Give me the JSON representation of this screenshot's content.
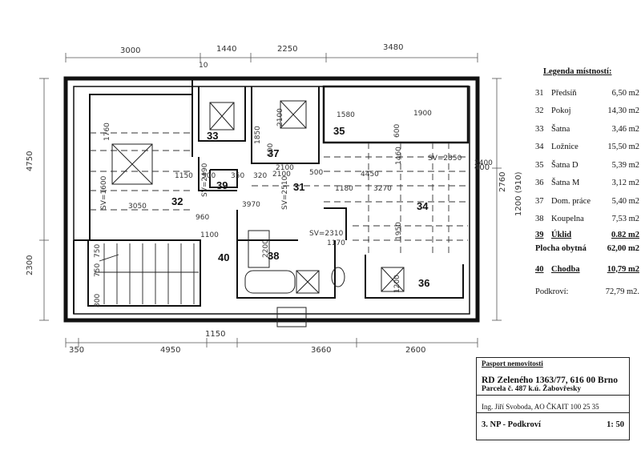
{
  "legend": {
    "title": "Legenda místností:",
    "rooms": [
      {
        "num": "31",
        "name": "Předsíň",
        "area": "6,50 m2"
      },
      {
        "num": "32",
        "name": "Pokoj",
        "area": "14,30 m2"
      },
      {
        "num": "33",
        "name": "Šatna",
        "area": "3,46 m2"
      },
      {
        "num": "34",
        "name": "Ložnice",
        "area": "15,50 m2"
      },
      {
        "num": "35",
        "name": "Šatna D",
        "area": "5,39 m2"
      },
      {
        "num": "36",
        "name": "Šatna M",
        "area": "3,12 m2"
      },
      {
        "num": "37",
        "name": "Dom. práce",
        "area": "5,40 m2"
      },
      {
        "num": "38",
        "name": "Koupelna",
        "area": "7,53 m2"
      },
      {
        "num": "39",
        "name": "Úklid",
        "area": "0.82 m2"
      }
    ],
    "plocha_label": "Plocha obytná",
    "plocha_value": "62,00 m2",
    "chodba": {
      "num": "40",
      "name": "Chodba",
      "area": "10,79 m2"
    },
    "podkrovi_label": "Podkroví:",
    "podkrovi_value": "72,79 m2."
  },
  "stamp": {
    "header": "Pasport nemovitosti",
    "address": "RD Zeleného 1363/77,  616 00 Brno",
    "parcel": "Parcela č. 487 k.ú. Žabovřesky",
    "engineer": "Ing. Jiří Svoboda, AO ČKAIT 100 25 35",
    "floor": "3. NP - Podkroví",
    "scale": "1: 50"
  },
  "plan": {
    "top_dims": [
      "3000",
      "1440",
      "2250",
      "3480"
    ],
    "bottom_dims": [
      "350",
      "4950",
      "1150",
      "3660",
      "2600"
    ],
    "left_dims": [
      "4750",
      "2300"
    ],
    "right_dims": [
      "2760",
      "1200 (910)",
      "400"
    ],
    "room_numbers": [
      "31",
      "32",
      "33",
      "34",
      "35",
      "36",
      "37",
      "38",
      "39",
      "40"
    ],
    "inner_dims": [
      "1760",
      "1150",
      "500",
      "350",
      "320",
      "2100",
      "500",
      "3050",
      "3970",
      "960",
      "2100",
      "1580",
      "1900",
      "600",
      "1460",
      "4450",
      "SV=2350",
      "1180",
      "3270",
      "1950",
      "SV=2310",
      "1170",
      "2200",
      "1200",
      "1100",
      "800",
      "750",
      "750",
      "SV=1600",
      "SV=2490",
      "SV=2510",
      "100",
      "2100",
      "10",
      "1850",
      "2400"
    ]
  }
}
